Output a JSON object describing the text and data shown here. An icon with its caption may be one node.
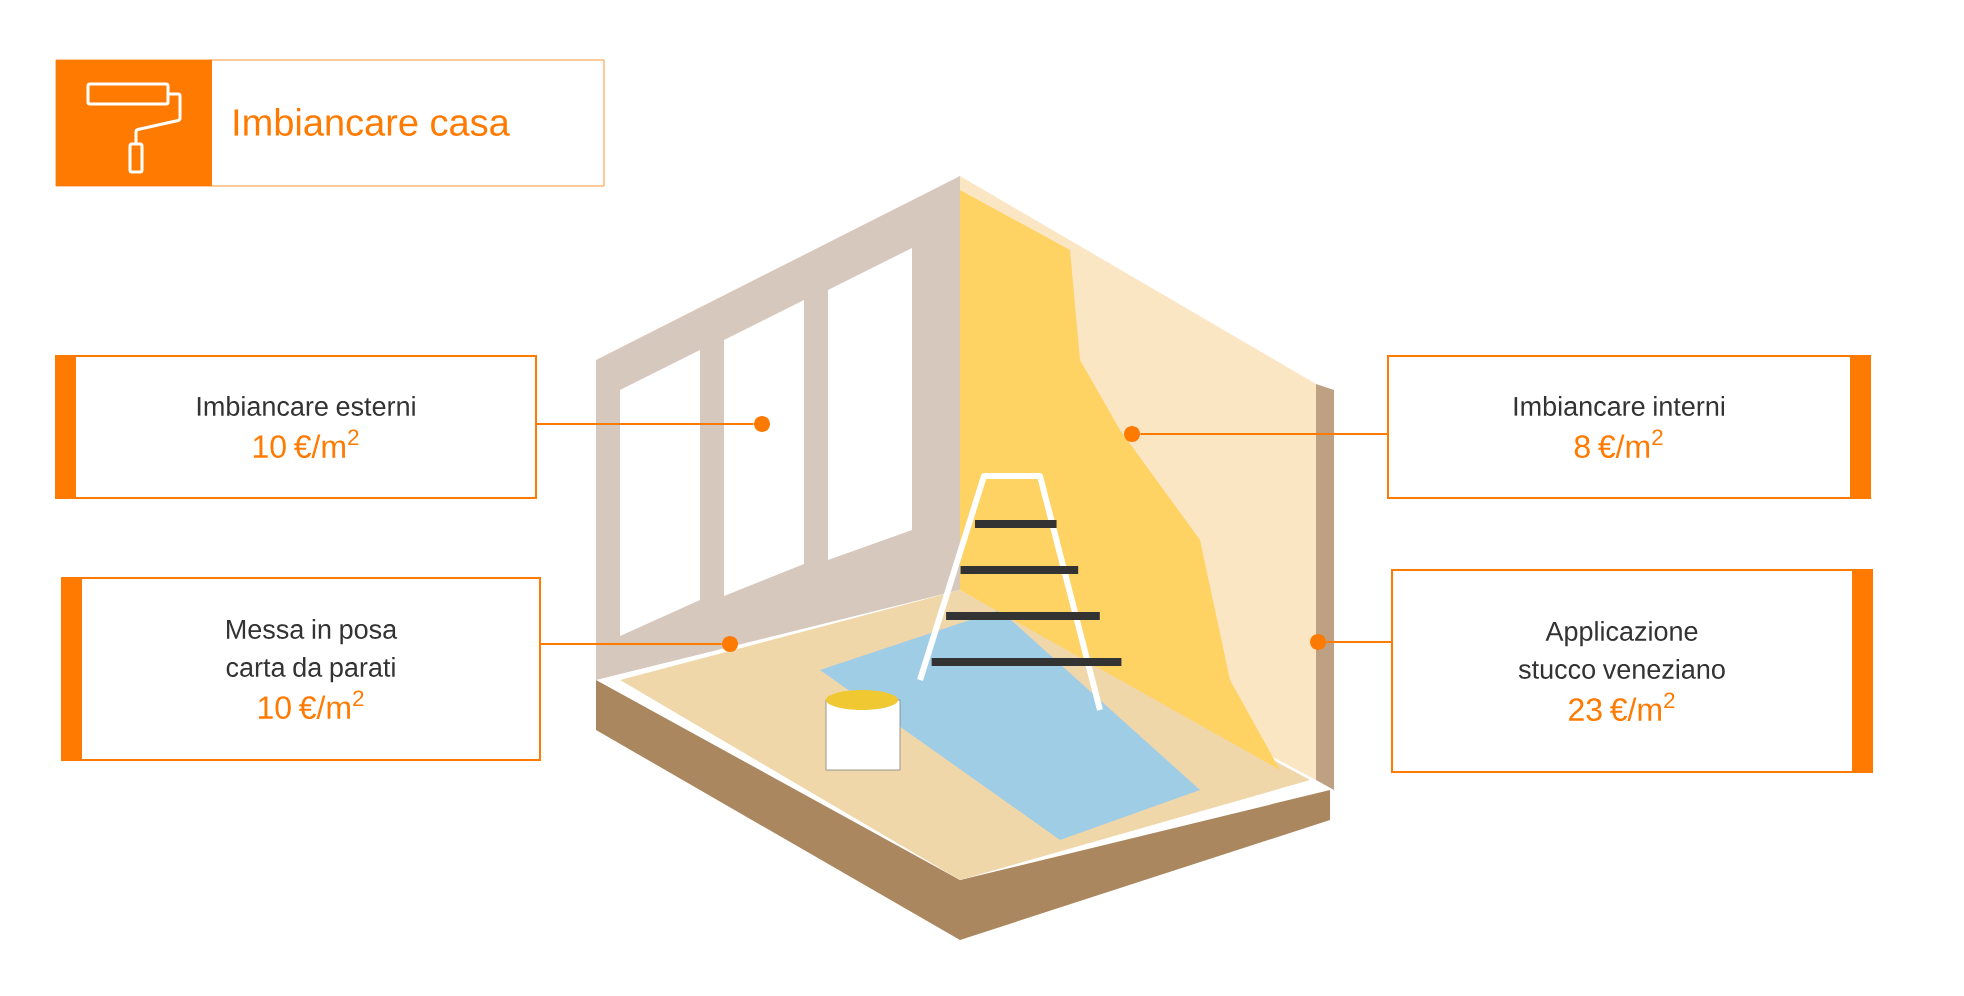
{
  "diagram": {
    "nodes": [
      {
        "text": [
          "Imbiancare casa"
        ]
      },
      {
        "text": [
          "Imbiancare esterni",
          "10 €/m$^{2}$"
        ]
      },
      {
        "text": [
          "Messa in posa carta da parati",
          "10 €/m$^{2}$"
        ]
      },
      {
        "text": [
          "Imbiancare interni",
          "8 €/m$^{2}$"
        ]
      },
      {
        "text": [
          "Applicazione stucco veneziano",
          "23 €/m$^{2}$"
        ]
      },
      {
        "text": [],
        "shape": "circle"
      },
      {
        "text": [],
        "shape": "circle"
      },
      {
        "text": [],
        "shape": "circle"
      },
      {
        "text": [],
        "shape": "circle"
      }
    ],
    "edges": [
      {
        "from": 1,
        "to": 5,
        "arrow": "none"
      },
      {
        "from": 2,
        "to": 6,
        "arrow": "none"
      },
      {
        "from": 3,
        "to": 7,
        "arrow": "none"
      },
      {
        "from": 4,
        "to": 8,
        "arrow": "none"
      }
    ]
  }
}
